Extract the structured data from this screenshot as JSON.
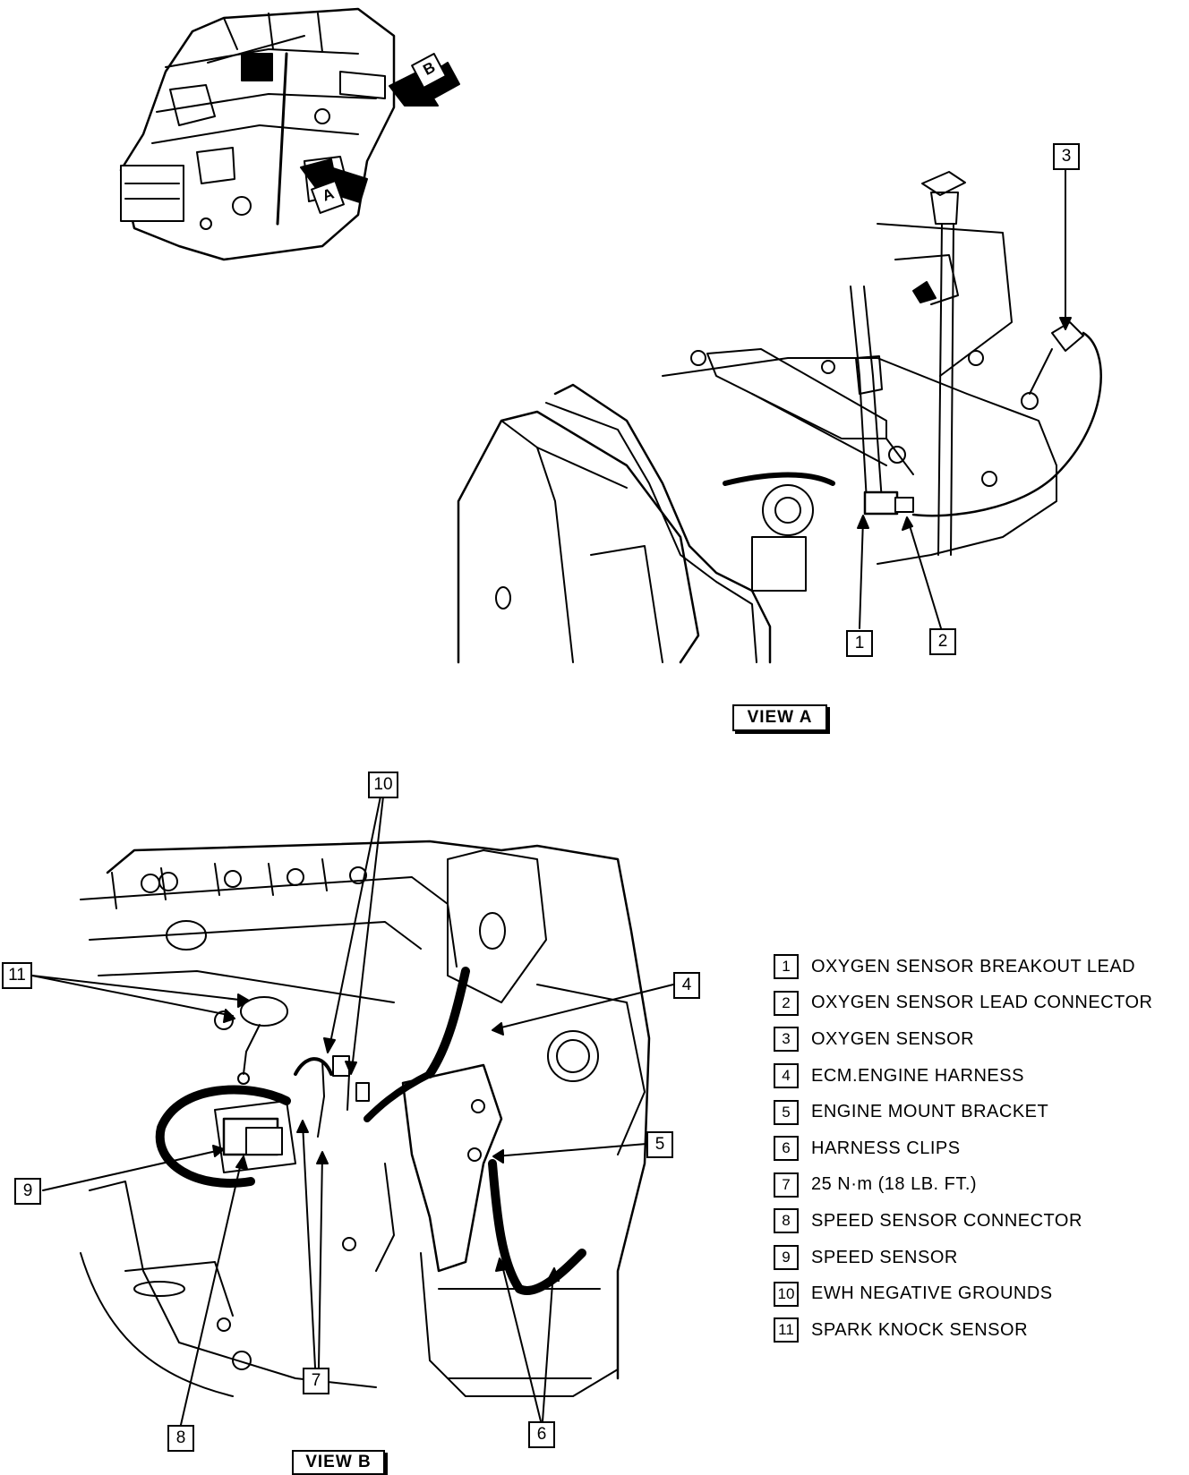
{
  "overview": {
    "arrow_a": "A",
    "arrow_b": "B"
  },
  "view_a": {
    "label": "VIEW A",
    "callouts": {
      "c1": "1",
      "c2": "2",
      "c3": "3"
    }
  },
  "view_b": {
    "label": "VIEW B",
    "callouts": {
      "c4": "4",
      "c5": "5",
      "c6": "6",
      "c7": "7",
      "c8": "8",
      "c9": "9",
      "c10": "10",
      "c11": "11"
    }
  },
  "legend": [
    {
      "num": "1",
      "text": "OXYGEN SENSOR BREAKOUT LEAD"
    },
    {
      "num": "2",
      "text": "OXYGEN SENSOR LEAD CONNECTOR"
    },
    {
      "num": "3",
      "text": "OXYGEN SENSOR"
    },
    {
      "num": "4",
      "text": "ECM.ENGINE HARNESS"
    },
    {
      "num": "5",
      "text": "ENGINE MOUNT BRACKET"
    },
    {
      "num": "6",
      "text": "HARNESS CLIPS"
    },
    {
      "num": "7",
      "text": "25 N·m (18 LB. FT.)"
    },
    {
      "num": "8",
      "text": "SPEED SENSOR CONNECTOR"
    },
    {
      "num": "9",
      "text": "SPEED SENSOR"
    },
    {
      "num": "10",
      "text": "EWH NEGATIVE GROUNDS"
    },
    {
      "num": "11",
      "text": "SPARK KNOCK SENSOR"
    }
  ],
  "colors": {
    "ink": "#000000",
    "paper": "#ffffff"
  }
}
